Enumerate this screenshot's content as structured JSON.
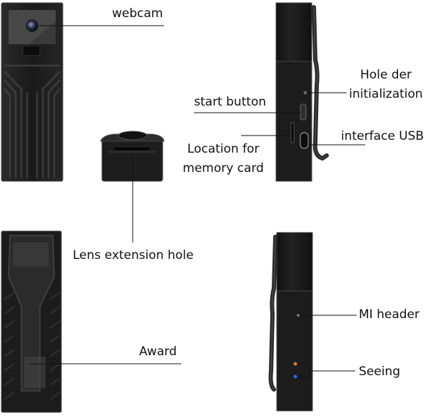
{
  "labels": {
    "webcam": "webcam",
    "start_button": "start button",
    "hole_initialization_line1": "Hole der",
    "hole_initialization_line2": "initialization",
    "interface_usb": "interface USB",
    "memory_card_line1": "Location for",
    "memory_card_line2": "memory card",
    "lens_extension_hole": "Lens extension hole",
    "award": "Award",
    "mi_header": "MI header",
    "seeing": "Seeing"
  },
  "colors": {
    "device_body": "#1c1c1c",
    "device_edge": "#3a3a3a",
    "led_orange": "#e07a2a",
    "led_blue": "#2a6ae0",
    "text": "#111111"
  }
}
